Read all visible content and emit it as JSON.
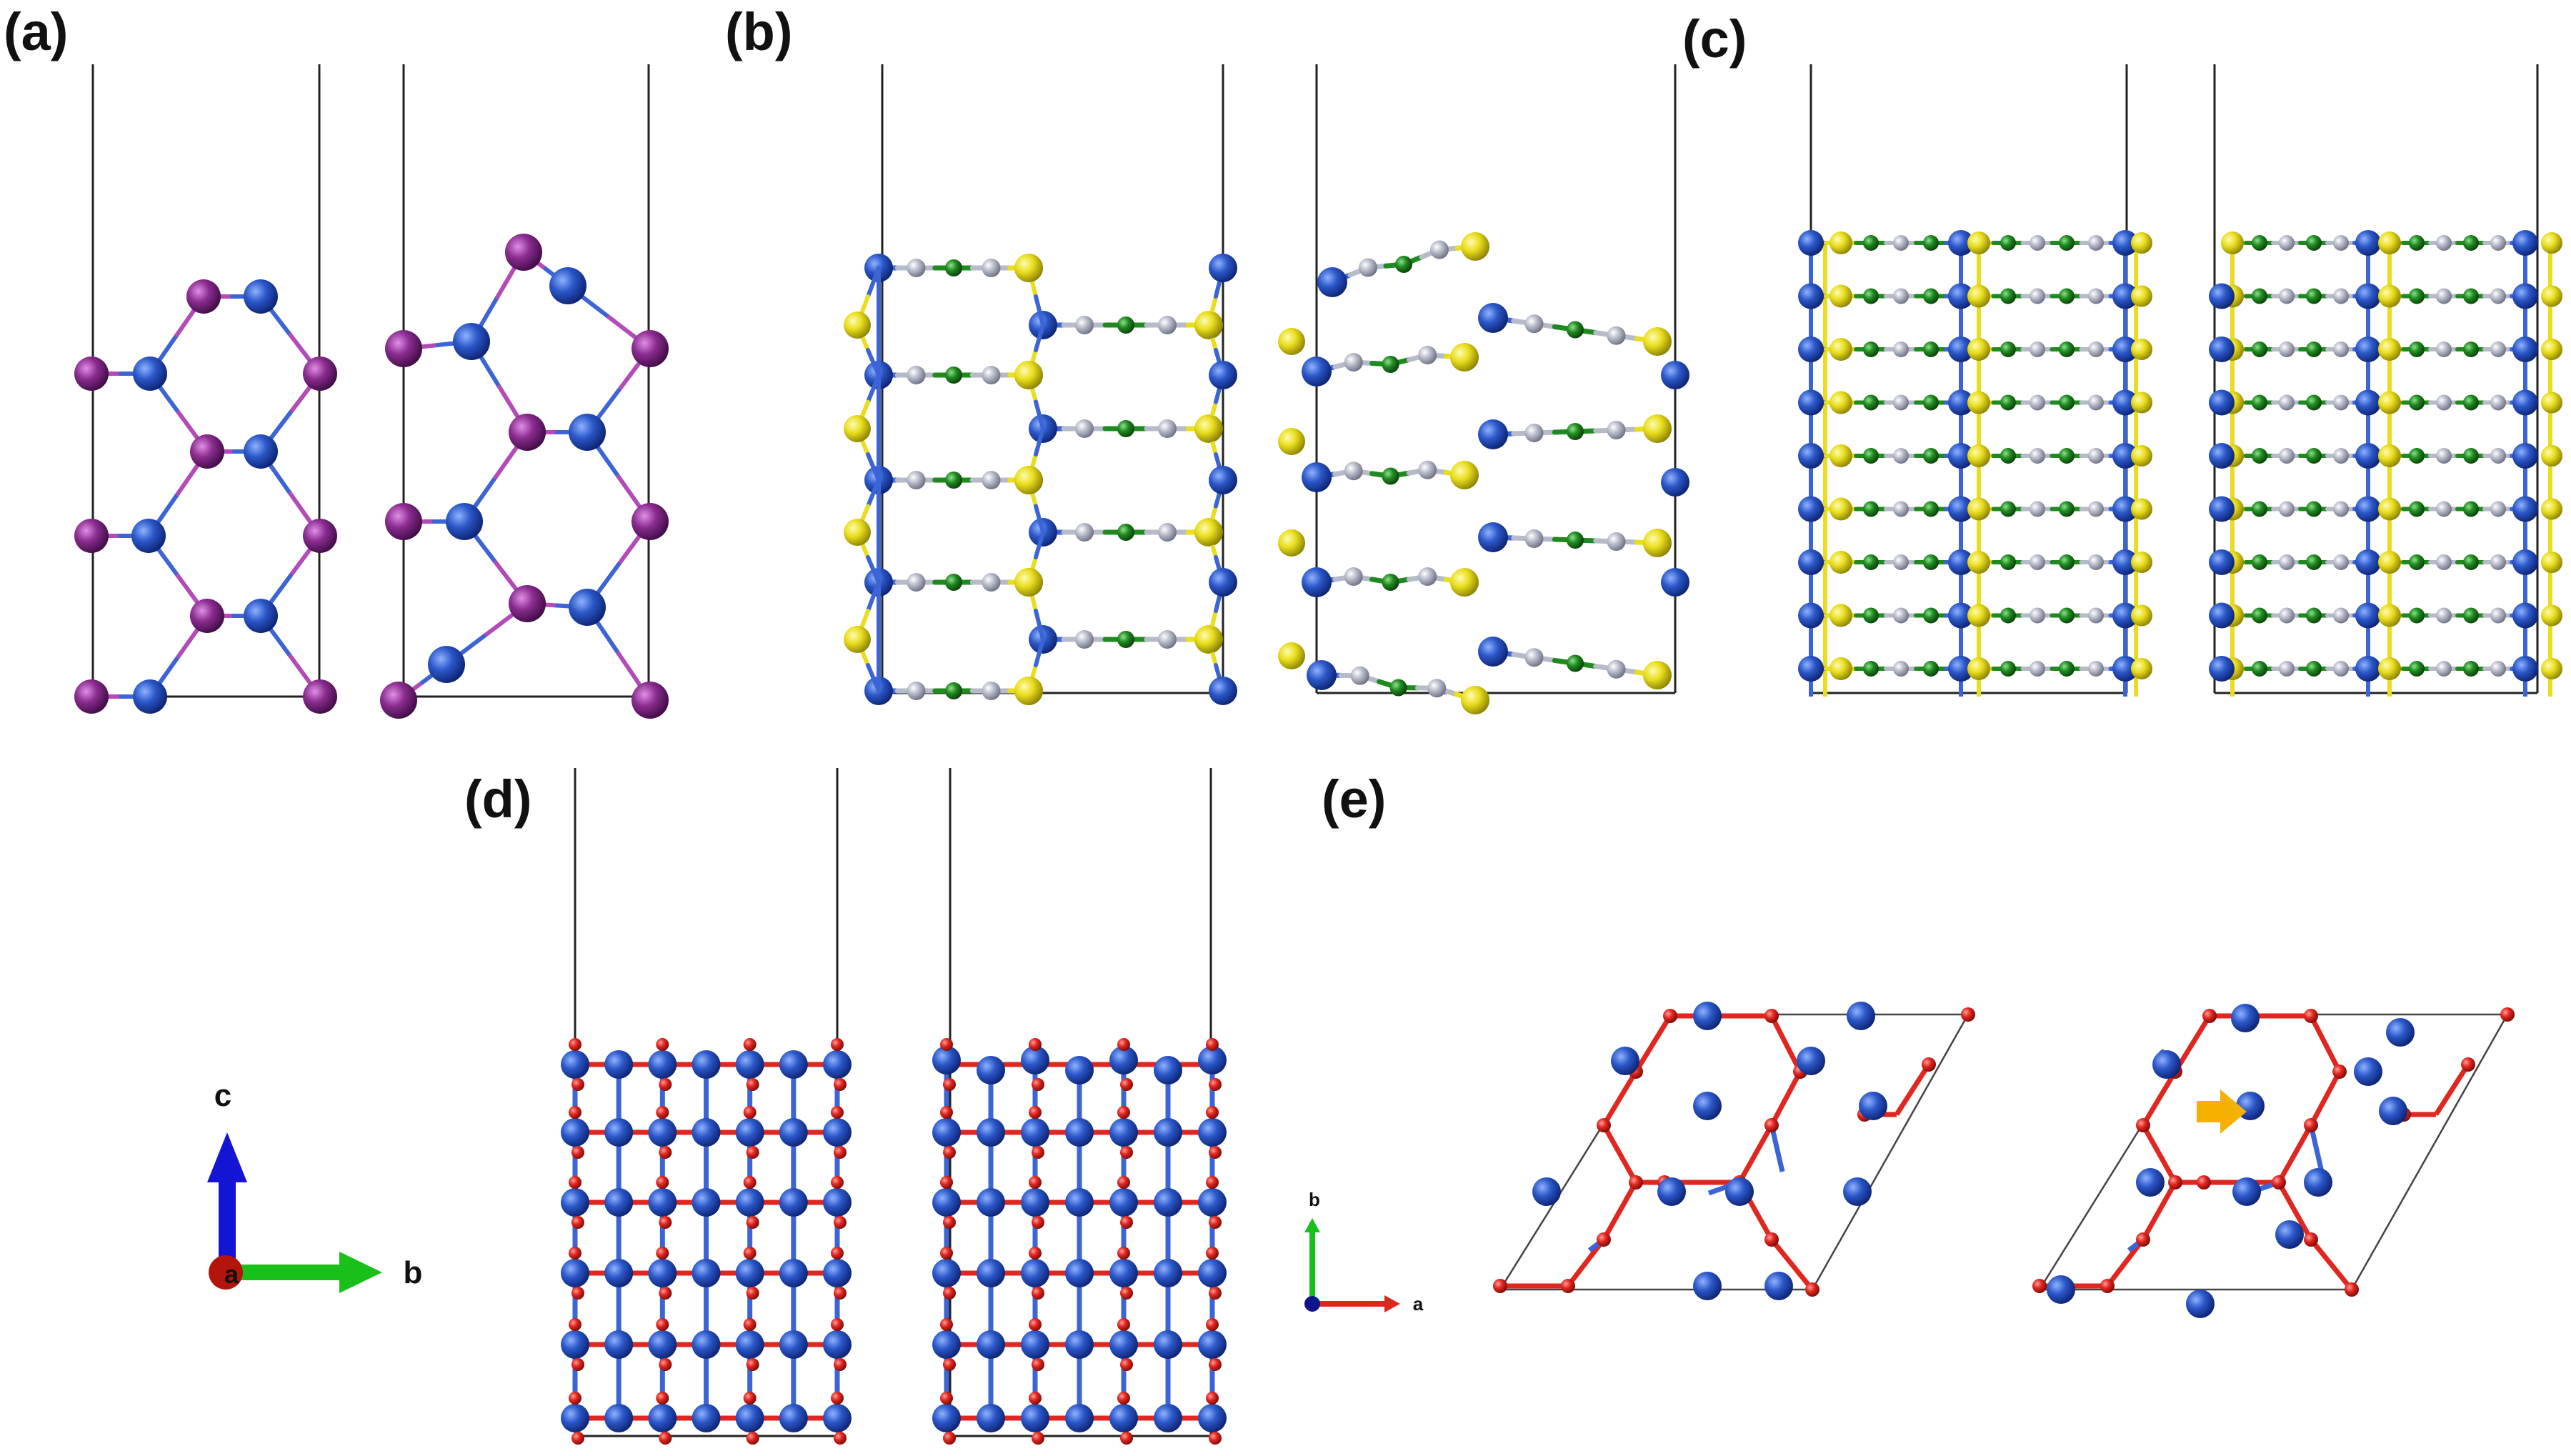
{
  "panels": [
    {
      "id": "a",
      "label": "(a)"
    },
    {
      "id": "b",
      "label": "(b)"
    },
    {
      "id": "c",
      "label": "(c)"
    },
    {
      "id": "d",
      "label": "(d)"
    },
    {
      "id": "e",
      "label": "(e)"
    }
  ],
  "side_axes": {
    "up_label": "c",
    "right_label": "b",
    "out_label": "a"
  },
  "top_axes": {
    "up_label": "b",
    "right_label": "a"
  },
  "colors": {
    "atom_blue": "#2b57c8",
    "atom_purple": "#8a2c8f",
    "atom_yellow": "#e9dd1e",
    "atom_green": "#1f8a1f",
    "atom_grey": "#b6bac9",
    "atom_red": "#e0261f",
    "arrow_orange": "#f5b000",
    "cell_line": "#222222"
  },
  "icons": [
    "axis-triad-side",
    "axis-triad-top",
    "orange-arrow-marker"
  ]
}
